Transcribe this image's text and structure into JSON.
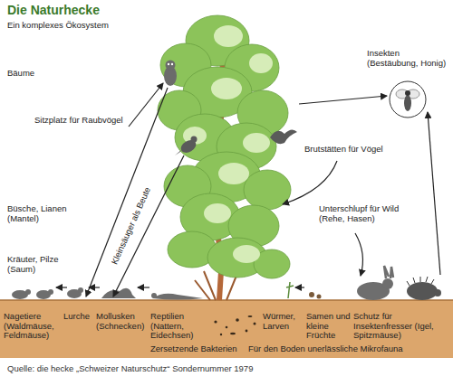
{
  "diagram": {
    "title": "Die Naturhecke",
    "caption": "Quelle: die hecke „Schweizer Naturschutz“ Sondernummer 1979",
    "labels": [
      "Ein komplexes Ökosystem",
      "Bäume",
      "Sitzplatz für Raubvögel",
      "Büsche, Lianen (Mantel)",
      "Kleinsäuger als Beute",
      "Kräuter, Pilze (Saum)",
      "Insekten (Bestäubung, Honig)",
      "Brutstätten für Vögel",
      "Unterschlupf für Wild (Rehe, Hasen)",
      "Nagetiere (Waldmäuse, Feldmäuse)",
      "Lurche",
      "Mollusken (Schnecken)",
      "Reptilien (Nattern, Eidechsen)",
      "Zersetzende Bakterien",
      "Würmer, Larven",
      "Für den Boden unerlässliche Mikrofauna",
      "Samen und kleine Früchte",
      "Schutz für Insektenfresser (Igel, Spitzmäuse)"
    ]
  }
}
